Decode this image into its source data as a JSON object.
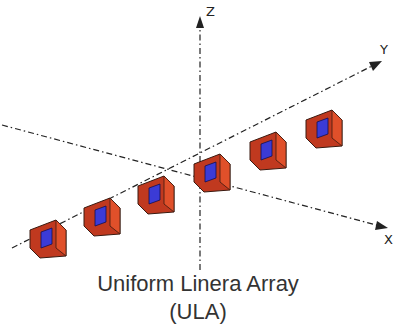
{
  "diagram": {
    "caption": "Uniform Linera Array (ULA)",
    "labels": [
      "Z",
      "Y",
      "X"
    ]
  }
}
